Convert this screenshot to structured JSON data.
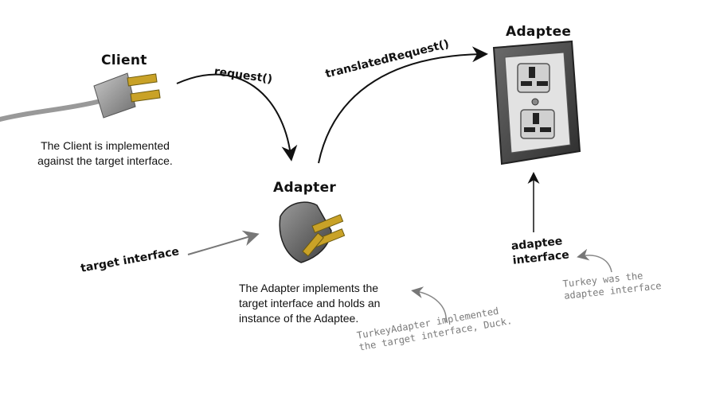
{
  "client": {
    "title": "Client",
    "description_line1": "The Client is implemented",
    "description_line2": "against the target interface."
  },
  "adapter": {
    "title": "Adapter",
    "description_line1": "The Adapter implements the",
    "description_line2": "target interface and holds an",
    "description_line3": "instance of the Adaptee."
  },
  "adaptee": {
    "title": "Adaptee"
  },
  "arrows": {
    "request": "request()",
    "translated_request": "translatedRequest()",
    "target_interface": "target interface",
    "adaptee_interface_line1": "adaptee",
    "adaptee_interface_line2": "interface"
  },
  "notes": {
    "turkey_adapter_line1": "TurkeyAdapter implemented",
    "turkey_adapter_line2": "the target interface, Duck.",
    "turkey_line1": "Turkey was the",
    "turkey_line2": "adaptee interface"
  },
  "colors": {
    "plug_body": "#8a8a8a",
    "plug_prong": "#c9a227",
    "outlet_frame": "#4a4a4a",
    "outlet_face": "#e3e3e3",
    "note_arrow": "#8a8a8a"
  }
}
